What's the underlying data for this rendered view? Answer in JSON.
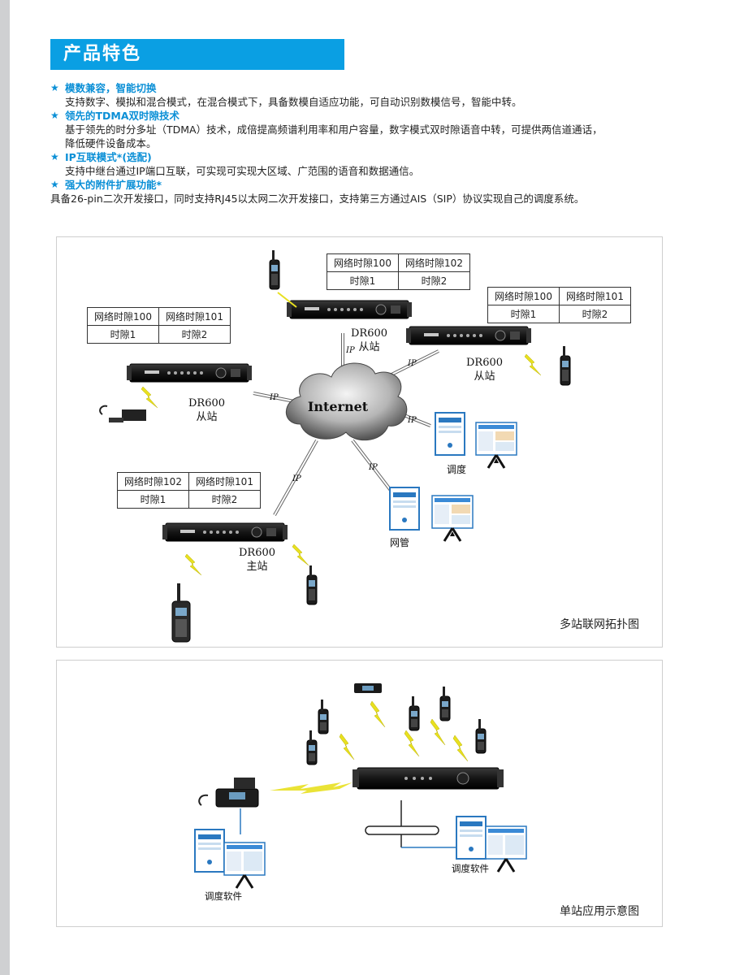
{
  "section": {
    "title": "产品特色"
  },
  "features": [
    {
      "title": "模数兼容，智能切换",
      "desc": "支持数字、模拟和混合模式，在混合模式下，具备数模自适应功能，可自动识别数模信号，智能中转。"
    },
    {
      "title": "领先的TDMA双时隙技术",
      "desc": "基于领先的时分多址（TDMA）技术，成倍提高频谱利用率和用户容量，数字模式双时隙语音中转，可提供两信道通话，",
      "desc2": "降低硬件设备成本。"
    },
    {
      "title": "IP互联模式*(选配)",
      "desc": "支持中继台通过IP端口互联，可实现可实现大区域、广范围的语音和数据通信。"
    },
    {
      "title": "强大的附件扩展功能*",
      "desc": "具备26-pin二次开发接口，同时支持RJ45以太网二次开发接口，支持第三方通过AIS（SIP）协议实现自己的调度系统。"
    }
  ],
  "multi_site": {
    "caption": "多站联网拓扑图",
    "internet_label": "Internet",
    "ip_label": "IP",
    "tables": {
      "top": {
        "h1": "网络时隙100",
        "h2": "网络时隙102",
        "c1": "时隙1",
        "c2": "时隙2"
      },
      "right": {
        "h1": "网络时隙100",
        "h2": "网络时隙101",
        "c1": "时隙1",
        "c2": "时隙2"
      },
      "left": {
        "h1": "网络时隙100",
        "h2": "网络时隙101",
        "c1": "时隙1",
        "c2": "时隙2"
      },
      "bottom": {
        "h1": "网络时隙102",
        "h2": "网络时隙101",
        "c1": "时隙1",
        "c2": "时隙2"
      }
    },
    "stations": {
      "top": {
        "model": "DR600",
        "role": "从站"
      },
      "right": {
        "model": "DR600",
        "role": "从站"
      },
      "left": {
        "model": "DR600",
        "role": "从站"
      },
      "bottom": {
        "model": "DR600",
        "role": "主站"
      }
    },
    "dispatch_label": "调度",
    "netmgr_label": "网管"
  },
  "single_site": {
    "caption": "单站应用示意图",
    "dispatch_left": "调度软件",
    "dispatch_right": "调度软件"
  },
  "colors": {
    "accent": "#0a9fe3",
    "lightning": "#e8e020",
    "border": "#cfcfcf"
  }
}
